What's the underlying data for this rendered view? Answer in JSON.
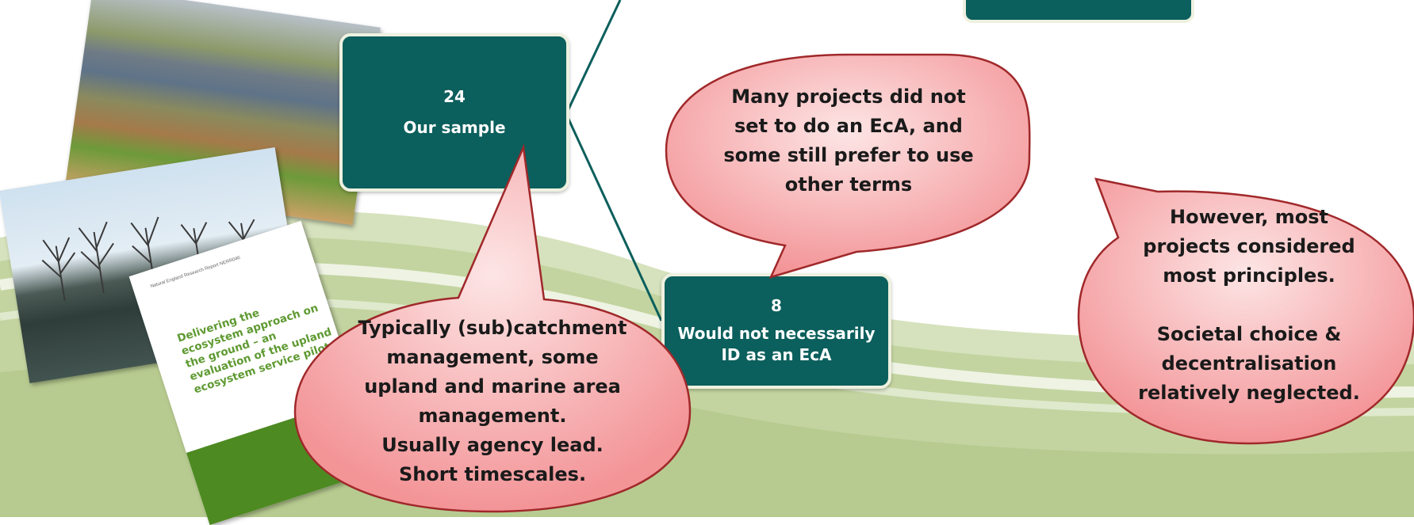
{
  "boxes": {
    "sample": {
      "number": "24",
      "label": "Our sample"
    },
    "not_ecA": {
      "number": "8",
      "label": "Would not necessarily ID as an EcA"
    }
  },
  "callouts": {
    "terms": "Many projects did not set to do an EcA, and some still prefer to use other terms",
    "typical_lines": [
      "Typically (sub)catchment",
      "management, some",
      "upland and marine area",
      "management.",
      "Usually agency lead.",
      "Short timescales."
    ],
    "principles_lines": [
      "However, most",
      "projects considered",
      "most principles.",
      "",
      "Societal choice &",
      "decentralisation",
      "relatively neglected."
    ]
  },
  "report": {
    "header": "Natural England Research Report NERR046",
    "title": "Delivering the ecosystem approach on the ground – an evaluation of the upland ecosystem service pilots"
  },
  "colors": {
    "box_fill": "#0b5f5c",
    "callout_fill": "#f5a8aa",
    "callout_border": "#a0282a",
    "background_green": "#c9d8a8",
    "report_green": "#4e8a22"
  }
}
